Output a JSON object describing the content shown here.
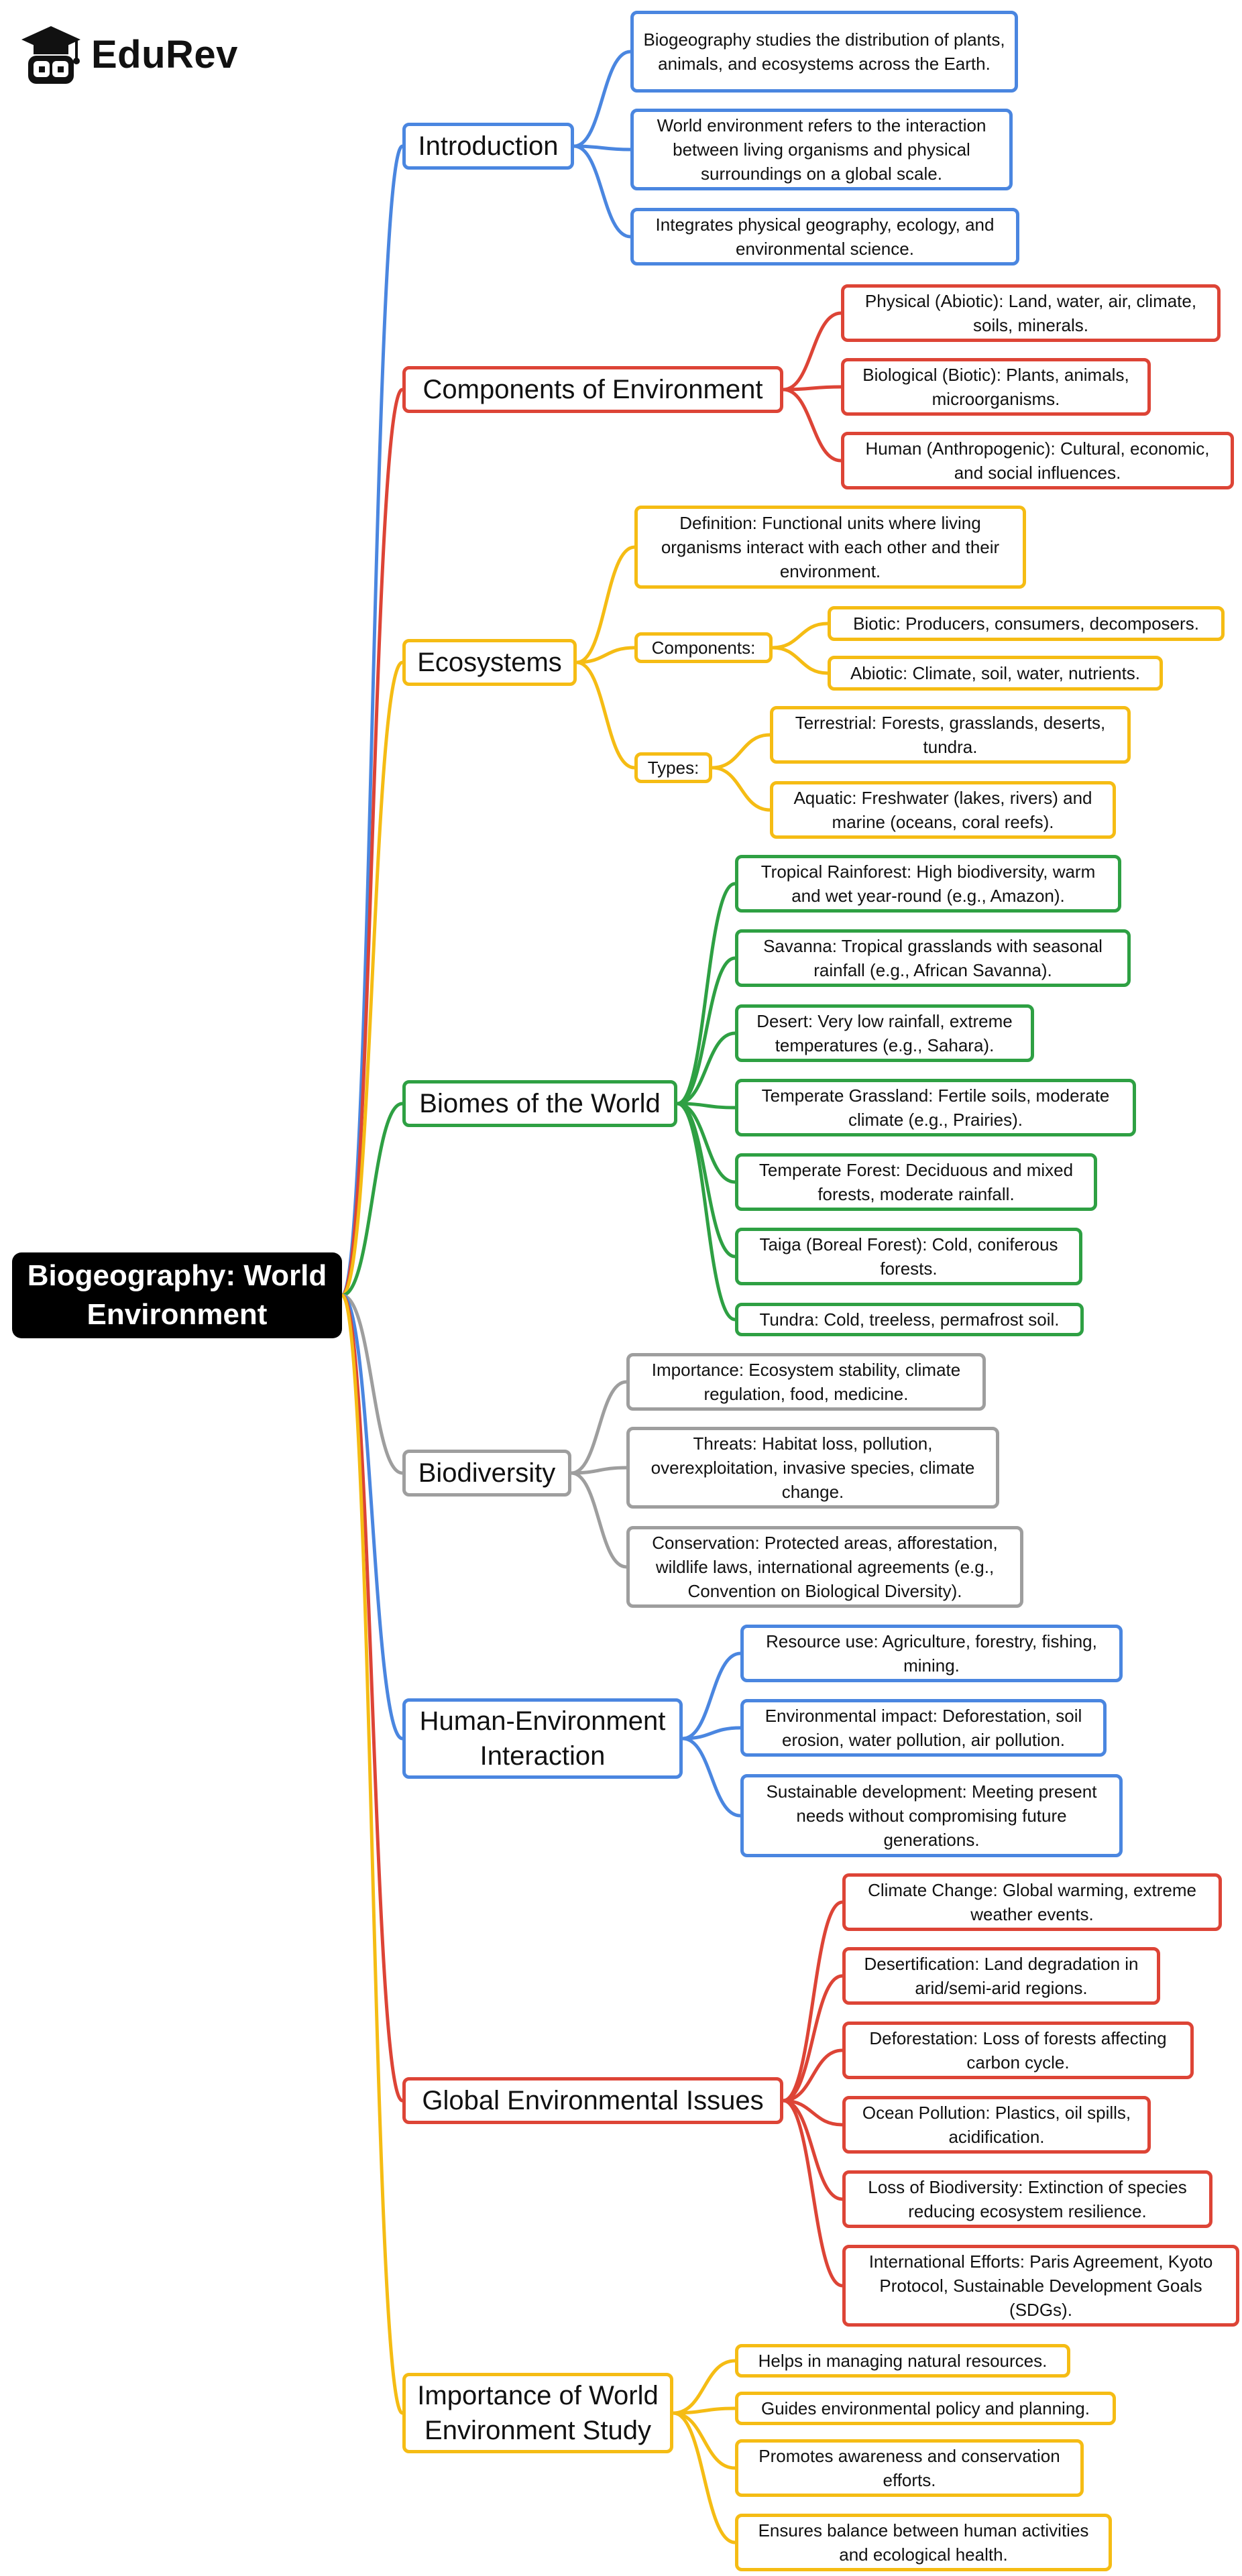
{
  "logo": {
    "brand": "EduRev",
    "icon": "graduation-cap-icon"
  },
  "colors": {
    "blue": "#4a86e0",
    "red": "#dd4436",
    "yellow": "#f5bc14",
    "green": "#2ea043",
    "gray": "#9e9e9e"
  },
  "root": {
    "title": "Biogeography: World Environment"
  },
  "branches": [
    {
      "id": "introduction",
      "label": "Introduction",
      "color": "blue",
      "children": [
        {
          "text": "Biogeography studies the distribution of plants, animals, and ecosystems across the Earth."
        },
        {
          "text": "World environment refers to the interaction between living organisms and physical surroundings on a global scale."
        },
        {
          "text": "Integrates physical geography, ecology, and environmental science."
        }
      ]
    },
    {
      "id": "components",
      "label": "Components of Environment",
      "color": "red",
      "children": [
        {
          "text": "Physical (Abiotic): Land, water, air, climate, soils, minerals."
        },
        {
          "text": "Biological (Biotic): Plants, animals, microorganisms."
        },
        {
          "text": "Human (Anthropogenic): Cultural, economic, and social influences."
        }
      ]
    },
    {
      "id": "ecosystems",
      "label": "Ecosystems",
      "color": "yellow",
      "children": [
        {
          "text": "Definition: Functional units where living organisms interact with each other and their environment."
        },
        {
          "text": "Components:",
          "children": [
            {
              "text": "Biotic: Producers, consumers, decomposers."
            },
            {
              "text": "Abiotic: Climate, soil, water, nutrients."
            }
          ]
        },
        {
          "text": "Types:",
          "children": [
            {
              "text": "Terrestrial: Forests, grasslands, deserts, tundra."
            },
            {
              "text": "Aquatic: Freshwater (lakes, rivers) and marine (oceans, coral reefs)."
            }
          ]
        }
      ]
    },
    {
      "id": "biomes",
      "label": "Biomes of the World",
      "color": "green",
      "children": [
        {
          "text": "Tropical Rainforest: High biodiversity, warm and wet year-round (e.g., Amazon)."
        },
        {
          "text": "Savanna: Tropical grasslands with seasonal rainfall (e.g., African Savanna)."
        },
        {
          "text": "Desert: Very low rainfall, extreme temperatures (e.g., Sahara)."
        },
        {
          "text": "Temperate Grassland: Fertile soils, moderate climate (e.g., Prairies)."
        },
        {
          "text": "Temperate Forest: Deciduous and mixed forests, moderate rainfall."
        },
        {
          "text": "Taiga (Boreal Forest): Cold, coniferous forests."
        },
        {
          "text": "Tundra: Cold, treeless, permafrost soil."
        }
      ]
    },
    {
      "id": "biodiversity",
      "label": "Biodiversity",
      "color": "gray",
      "children": [
        {
          "text": "Importance: Ecosystem stability, climate regulation, food, medicine."
        },
        {
          "text": "Threats: Habitat loss, pollution, overexploitation, invasive species, climate change."
        },
        {
          "text": "Conservation: Protected areas, afforestation, wildlife laws, international agreements (e.g., Convention on Biological Diversity)."
        }
      ]
    },
    {
      "id": "human-env",
      "label": "Human-Environment Interaction",
      "color": "blue",
      "children": [
        {
          "text": "Resource use: Agriculture, forestry, fishing, mining."
        },
        {
          "text": "Environmental impact: Deforestation, soil erosion, water pollution, air pollution."
        },
        {
          "text": "Sustainable development: Meeting present needs without compromising future generations."
        }
      ]
    },
    {
      "id": "global-issues",
      "label": "Global Environmental Issues",
      "color": "red",
      "children": [
        {
          "text": "Climate Change: Global warming, extreme weather events."
        },
        {
          "text": "Desertification: Land degradation in arid/semi-arid regions."
        },
        {
          "text": "Deforestation: Loss of forests affecting carbon cycle."
        },
        {
          "text": "Ocean Pollution: Plastics, oil spills, acidification."
        },
        {
          "text": "Loss of Biodiversity: Extinction of species reducing ecosystem resilience."
        },
        {
          "text": "International Efforts: Paris Agreement, Kyoto Protocol, Sustainable Development Goals (SDGs)."
        }
      ]
    },
    {
      "id": "importance",
      "label": "Importance of World Environment Study",
      "color": "yellow",
      "children": [
        {
          "text": "Helps in managing natural resources."
        },
        {
          "text": "Guides environmental policy and planning."
        },
        {
          "text": "Promotes awareness and conservation efforts."
        },
        {
          "text": "Ensures balance between human activities and ecological health."
        }
      ]
    }
  ]
}
